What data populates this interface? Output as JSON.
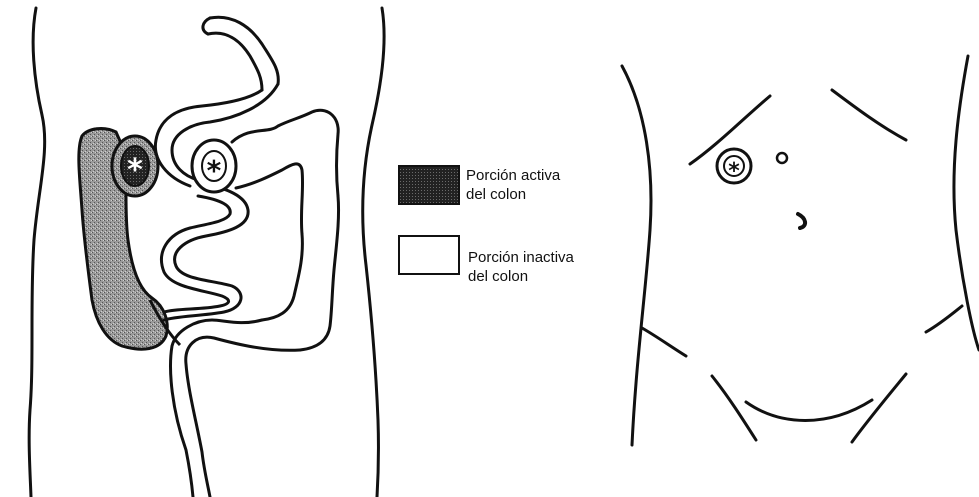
{
  "legend": {
    "active": {
      "line1": "Porción activa",
      "line2": "del colon"
    },
    "inactive": {
      "line1": "Porción inactiva",
      "line2": "del colon"
    }
  },
  "stoma_marker": "*",
  "colors": {
    "line": "#111111",
    "active_fill": "#8a8a8a",
    "active_swatch": "#2a2a2a",
    "background": "#ffffff"
  }
}
